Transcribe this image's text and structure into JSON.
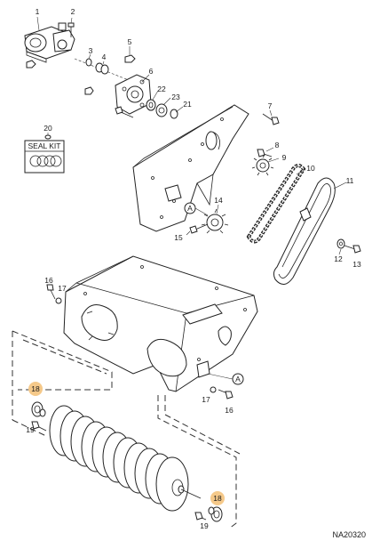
{
  "figure_id": "NA20320",
  "seal_kit": {
    "number": "20",
    "label": "SEAL KIT"
  },
  "callouts": [
    "1",
    "2",
    "3",
    "4",
    "5",
    "6",
    "7",
    "8",
    "9",
    "10",
    "11",
    "12",
    "13",
    "14",
    "15",
    "16",
    "17",
    "18",
    "19",
    "21",
    "22",
    "23"
  ],
  "reference_marker": "A",
  "highlight_color": "#f5c98a",
  "highlighted_callout": "18"
}
